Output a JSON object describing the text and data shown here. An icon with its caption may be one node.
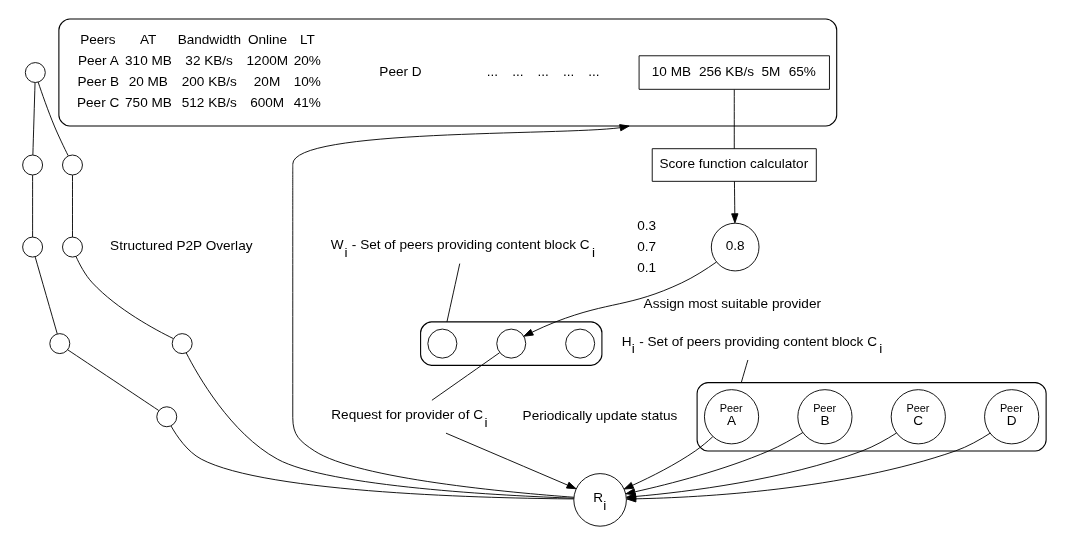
{
  "diagram": {
    "nodes": [
      {
        "text": [],
        "shape": "cloud"
      },
      {
        "text": [
          "Peer",
          "A"
        ],
        "in": 0
      },
      {
        "text": [
          "Peer",
          "B"
        ],
        "in": 0
      },
      {
        "text": [
          "Peer",
          "C"
        ],
        "in": 0
      },
      {
        "text": [
          "Peer",
          "D"
        ],
        "in": 0
      },
      {
        "text": [
          "H$_{i}$ - Set of peers providing content block C$_{i}$"
        ]
      },
      {
        "text": [],
        "shape": "circle"
      },
      {
        "text": [],
        "shape": "circle"
      },
      {
        "text": [],
        "shape": "circle"
      },
      {
        "text": [],
        "shape": "circle"
      },
      {
        "text": [],
        "shape": "circle"
      },
      {
        "text": [],
        "shape": "circle"
      },
      {
        "text": [],
        "shape": "circle"
      },
      {
        "text": [],
        "shape": "circle"
      },
      {
        "text": [
          "R$_{i}$"
        ]
      },
      {
        "text": [],
        "shape": "cloud"
      },
      {
        "text": [
          "10 MB",
          "256 KB/s",
          "5M",
          "65%"
        ],
        "in": 15
      },
      {
        "text": [
          "Score function calculator"
        ]
      },
      {
        "text": [
          "0.8"
        ]
      },
      {
        "text": [
          "Request for provider of C$_{i}$"
        ]
      },
      {
        "text": [],
        "shape": "cloud"
      },
      {
        "text": [],
        "shape": "circle",
        "in": 20
      },
      {
        "text": [],
        "shape": "circle",
        "in": 20
      },
      {
        "text": [],
        "shape": "circle",
        "in": 20
      },
      {
        "text": [
          "W$_{i}$ - Set of peers providing content block C$_{i}$"
        ]
      }
    ],
    "edges": [
      {
        "from": 5,
        "to": 0,
        "arrow": "none"
      },
      {
        "from": 1,
        "to": 14,
        "arrow": "to"
      },
      {
        "from": 2,
        "to": 14,
        "arrow": "to"
      },
      {
        "from": 3,
        "to": 14,
        "arrow": "to"
      },
      {
        "from": 4,
        "to": 14,
        "arrow": "to"
      },
      {
        "from": 6,
        "to": 7,
        "arrow": "none"
      },
      {
        "from": 7,
        "to": 8,
        "arrow": "none"
      },
      {
        "from": 8,
        "to": 9,
        "arrow": "none"
      },
      {
        "from": 9,
        "to": 14,
        "arrow": "none"
      },
      {
        "from": 6,
        "to": 10,
        "arrow": "none"
      },
      {
        "from": 10,
        "to": 11,
        "arrow": "none"
      },
      {
        "from": 11,
        "to": 12,
        "arrow": "none"
      },
      {
        "from": 12,
        "to": 13,
        "arrow": "none"
      },
      {
        "from": 13,
        "to": 14,
        "arrow": "none"
      },
      {
        "from": 14,
        "to": 15,
        "arrow": "to"
      },
      {
        "from": 16,
        "to": 17,
        "arrow": "none"
      },
      {
        "from": 17,
        "to": 18,
        "arrow": "to"
      },
      {
        "from": 18,
        "to": 22,
        "arrow": "to",
        "label": "Assign most suitable provider"
      },
      {
        "from": 22,
        "to": 19,
        "arrow": "none"
      },
      {
        "from": 19,
        "to": 14,
        "arrow": "to"
      },
      {
        "from": 24,
        "to": 20,
        "arrow": "none"
      }
    ],
    "labels": [
      "Periodically update status",
      "Structured P2P Overlay",
      "Peers",
      "AT",
      "Bandwidth",
      "Online",
      "LT",
      "Peer A",
      "310 MB",
      "32 KB/s",
      "1200M",
      "20%",
      "Peer B",
      "20 MB",
      "200 KB/s",
      "20M",
      "10%",
      "Peer C",
      "750 MB",
      "512 KB/s",
      "600M",
      "41%",
      "Peer D",
      "...",
      "...",
      "...",
      "...",
      "...",
      "0.3",
      "0.7",
      "0.1"
    ]
  }
}
